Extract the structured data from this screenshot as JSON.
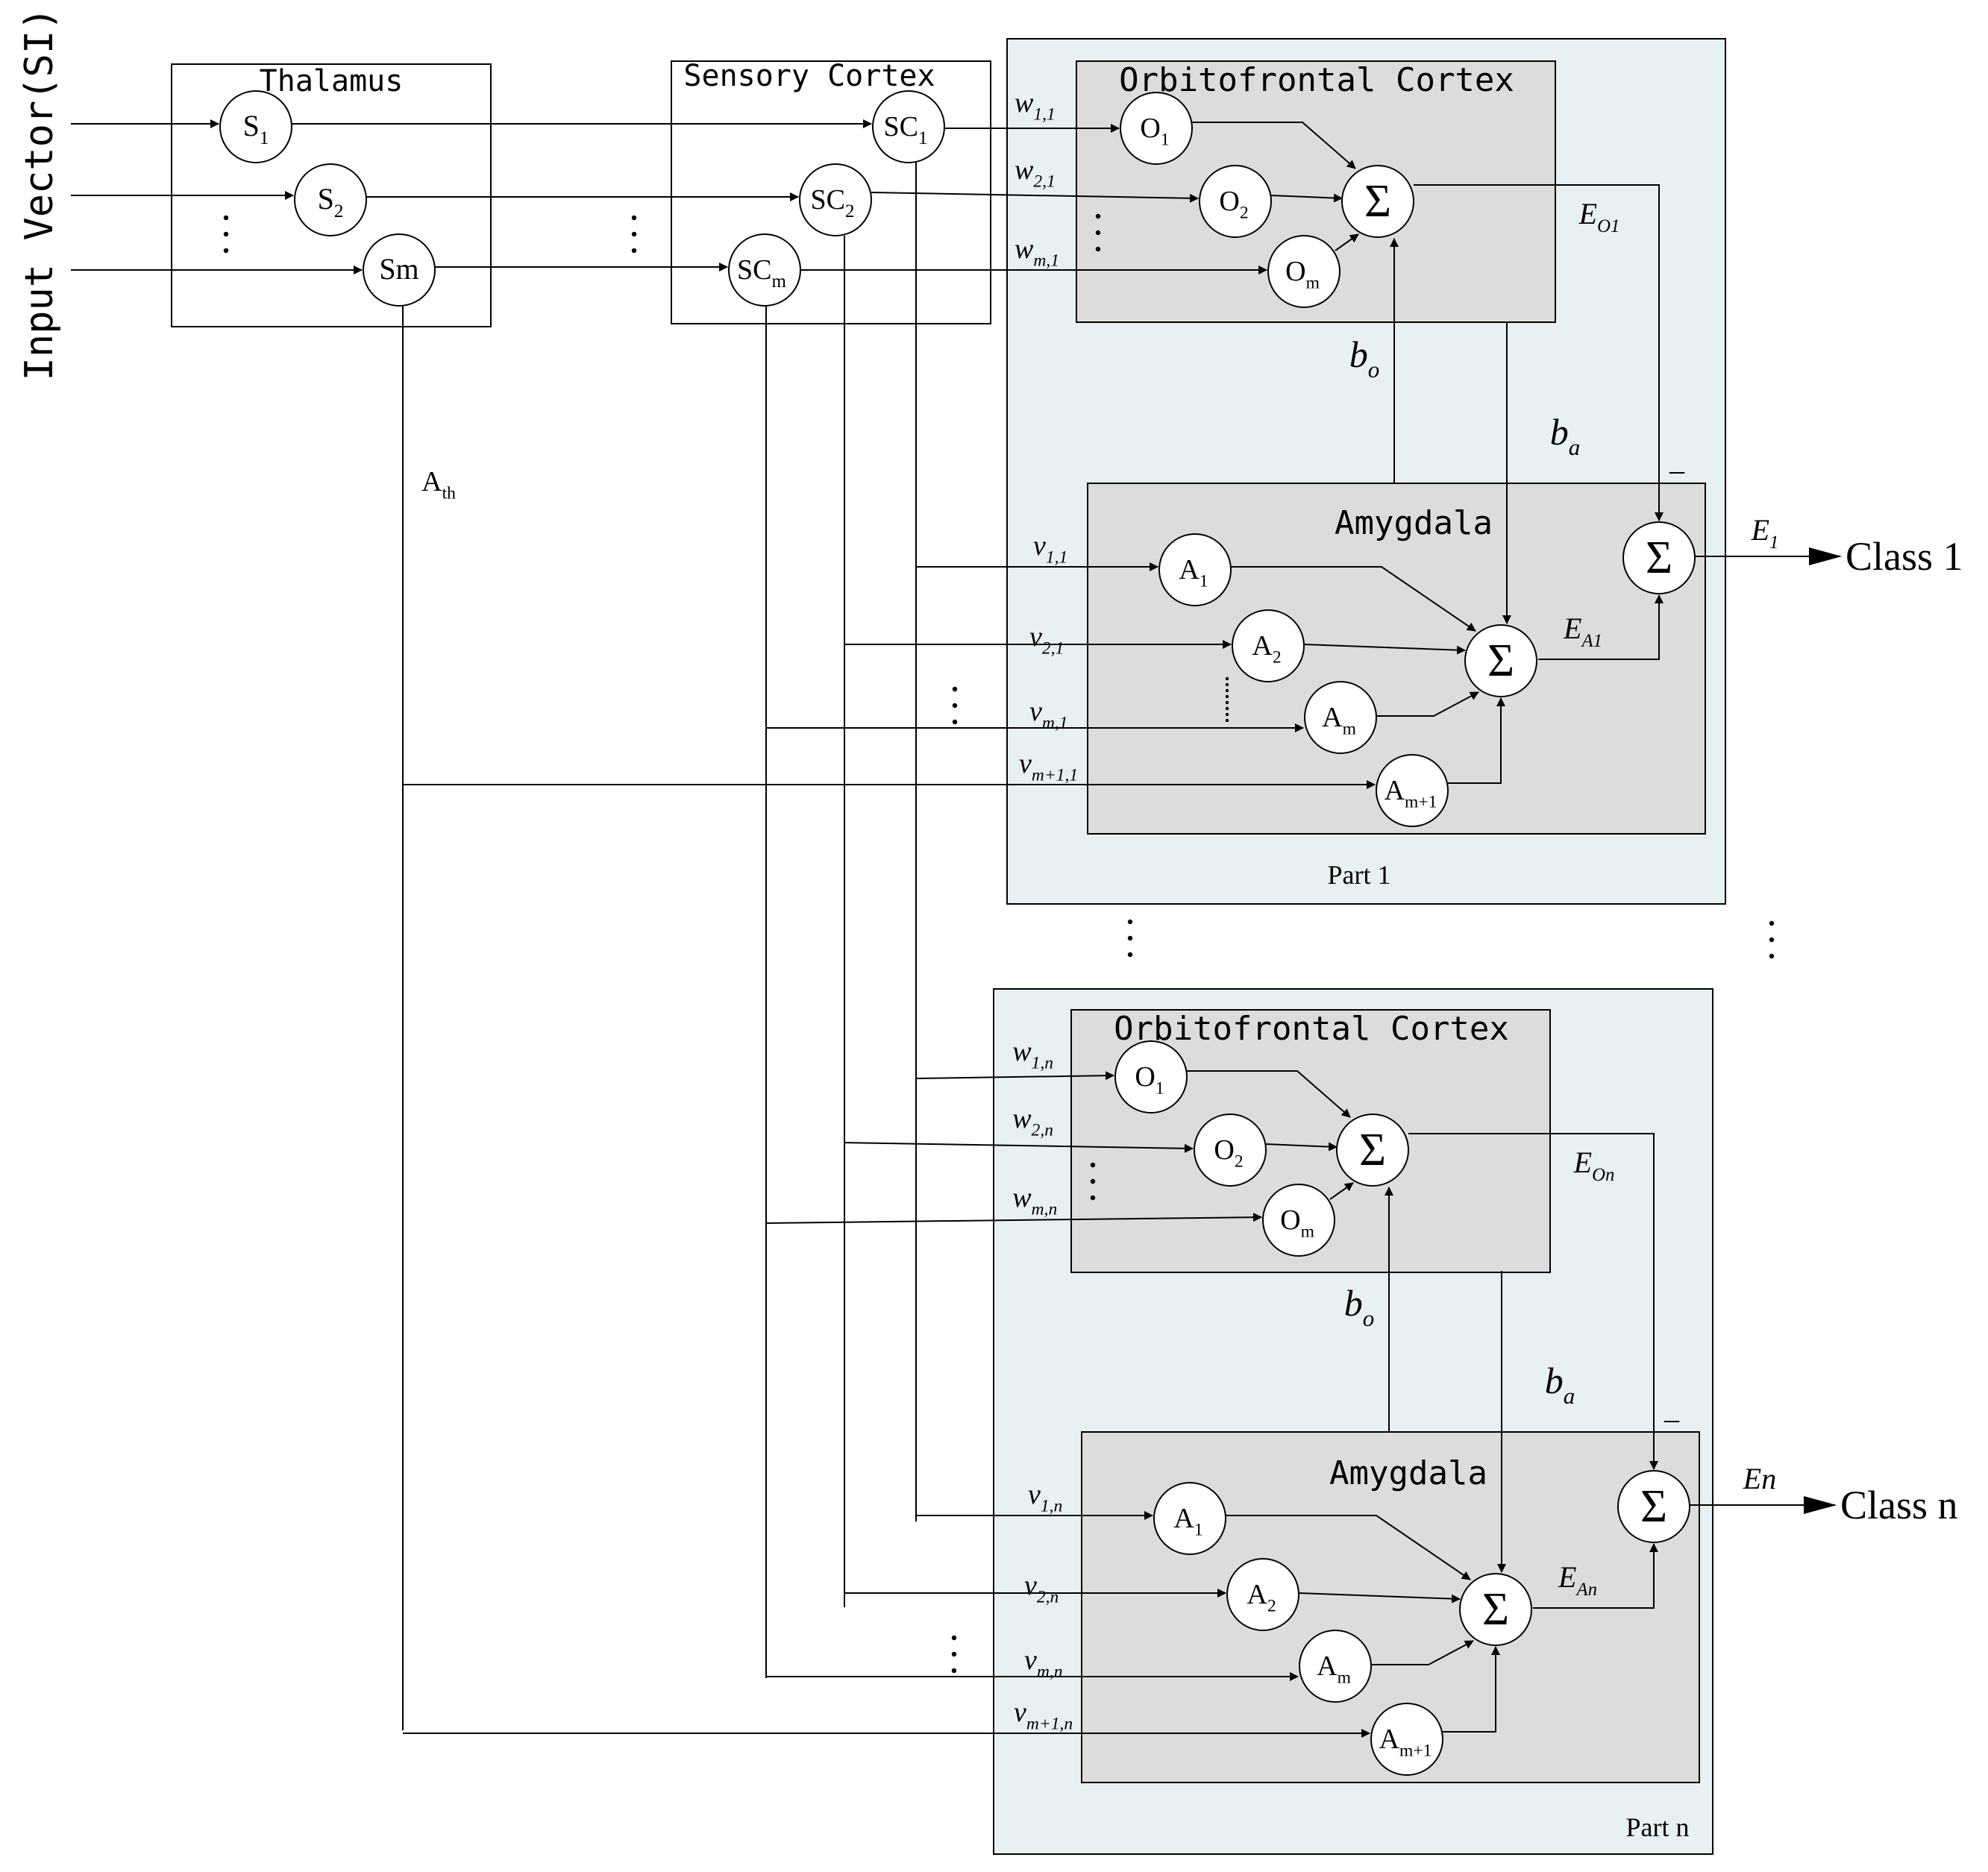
{
  "side_label": "Input Vector(SI)",
  "thalamus": {
    "title": "Thalamus",
    "nodes": [
      "S",
      "S",
      "Sm"
    ],
    "node_subs": [
      "1",
      "2",
      ""
    ]
  },
  "sensory_cortex": {
    "title": "Sensory Cortex",
    "nodes": [
      "SC",
      "SC",
      "SC"
    ],
    "node_subs": [
      "1",
      "2",
      "m"
    ]
  },
  "a_th": {
    "main": "A",
    "sub": "th"
  },
  "parts": [
    {
      "label": "Part 1",
      "ofc_title": "Orbitofrontal Cortex",
      "amygdala_title": "Amygdala",
      "o_nodes": [
        {
          "main": "O",
          "sub": "1"
        },
        {
          "main": "O",
          "sub": "2"
        },
        {
          "main": "O",
          "sub": "m"
        }
      ],
      "a_nodes": [
        {
          "main": "A",
          "sub": "1"
        },
        {
          "main": "A",
          "sub": "2"
        },
        {
          "main": "A",
          "sub": "m"
        },
        {
          "main": "A",
          "sub": "m+1"
        }
      ],
      "w_labels": [
        {
          "main": "w",
          "sub": "1,1"
        },
        {
          "main": "w",
          "sub": "2,1"
        },
        {
          "main": "w",
          "sub": "m,1"
        }
      ],
      "v_labels": [
        {
          "main": "v",
          "sub": "1,1"
        },
        {
          "main": "v",
          "sub": "2,1"
        },
        {
          "main": "v",
          "sub": "m,1"
        },
        {
          "main": "v",
          "sub": "m+1,1"
        }
      ],
      "bo": {
        "main": "b",
        "sub": "o"
      },
      "ba": {
        "main": "b",
        "sub": "a"
      },
      "eo": {
        "main": "E",
        "sub": "O1"
      },
      "ea": {
        "main": "E",
        "sub": "A1"
      },
      "e_out": {
        "main": "E",
        "sub": "1"
      },
      "minus": "_",
      "sigma": "Σ",
      "class_label": "Class 1"
    },
    {
      "label": "Part n",
      "ofc_title": "Orbitofrontal Cortex",
      "amygdala_title": "Amygdala",
      "o_nodes": [
        {
          "main": "O",
          "sub": "1"
        },
        {
          "main": "O",
          "sub": "2"
        },
        {
          "main": "O",
          "sub": "m"
        }
      ],
      "a_nodes": [
        {
          "main": "A",
          "sub": "1"
        },
        {
          "main": "A",
          "sub": "2"
        },
        {
          "main": "A",
          "sub": "m"
        },
        {
          "main": "A",
          "sub": "m+1"
        }
      ],
      "w_labels": [
        {
          "main": "w",
          "sub": "1,n"
        },
        {
          "main": "w",
          "sub": "2,n"
        },
        {
          "main": "w",
          "sub": "m,n"
        }
      ],
      "v_labels": [
        {
          "main": "v",
          "sub": "1,n"
        },
        {
          "main": "v",
          "sub": "2,n"
        },
        {
          "main": "v",
          "sub": "m,n"
        },
        {
          "main": "v",
          "sub": "m+1,n"
        }
      ],
      "bo": {
        "main": "b",
        "sub": "o"
      },
      "ba": {
        "main": "b",
        "sub": "a"
      },
      "eo": {
        "main": "E",
        "sub": "On"
      },
      "ea": {
        "main": "E",
        "sub": "An"
      },
      "e_out": {
        "main": "En",
        "sub": ""
      },
      "minus": "_",
      "sigma": "Σ",
      "class_label": "Class n"
    }
  ],
  "colors": {
    "part_fill": "#e8f1f2",
    "region_fill": "#dcdcdc",
    "stroke": "#000000",
    "node_fill": "#ffffff"
  }
}
